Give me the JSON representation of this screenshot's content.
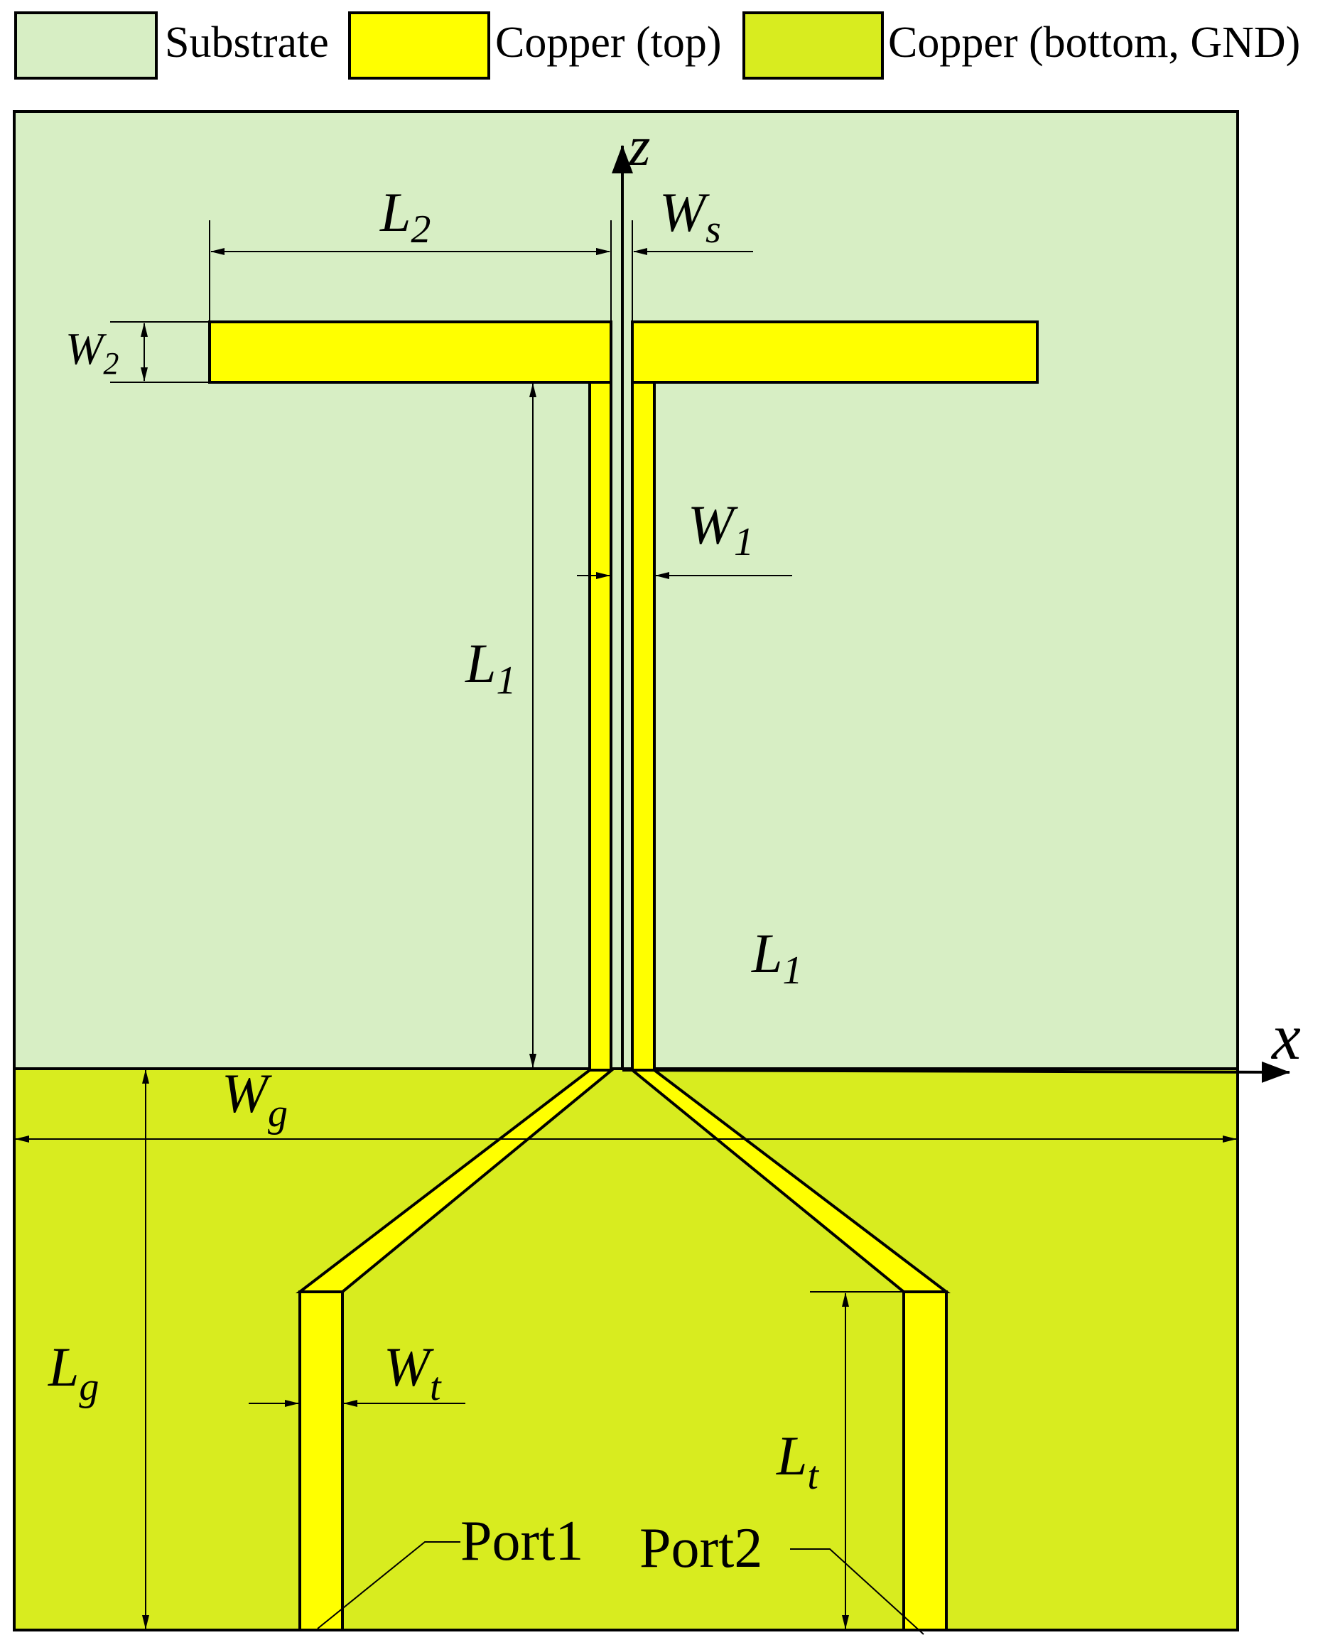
{
  "legend": {
    "substrate": {
      "label": "Substrate",
      "color": "#d7eec4"
    },
    "copper_top": {
      "label": "Copper (top)",
      "color": "#ffff00"
    },
    "copper_bottom": {
      "label": "Copper (bottom, GND)",
      "color": "#d8ec1f"
    }
  },
  "axes": {
    "z": "z",
    "x": "x"
  },
  "dimensions": {
    "L2": {
      "main": "L",
      "sub": "2"
    },
    "Ws": {
      "main": "W",
      "sub": "s"
    },
    "W2": {
      "main": "W",
      "sub": "2"
    },
    "W1": {
      "main": "W",
      "sub": "1"
    },
    "L1": {
      "main": "L",
      "sub": "1"
    },
    "L1_right": {
      "main": "L",
      "sub": "1"
    },
    "Wg": {
      "main": "W",
      "sub": "g"
    },
    "Lg": {
      "main": "L",
      "sub": "g"
    },
    "Wt": {
      "main": "W",
      "sub": "t"
    },
    "Lt": {
      "main": "L",
      "sub": "t"
    }
  },
  "ports": {
    "port1": "Port1",
    "port2": "Port2"
  },
  "colors": {
    "outline": "#000000",
    "dimension": "#000000"
  }
}
